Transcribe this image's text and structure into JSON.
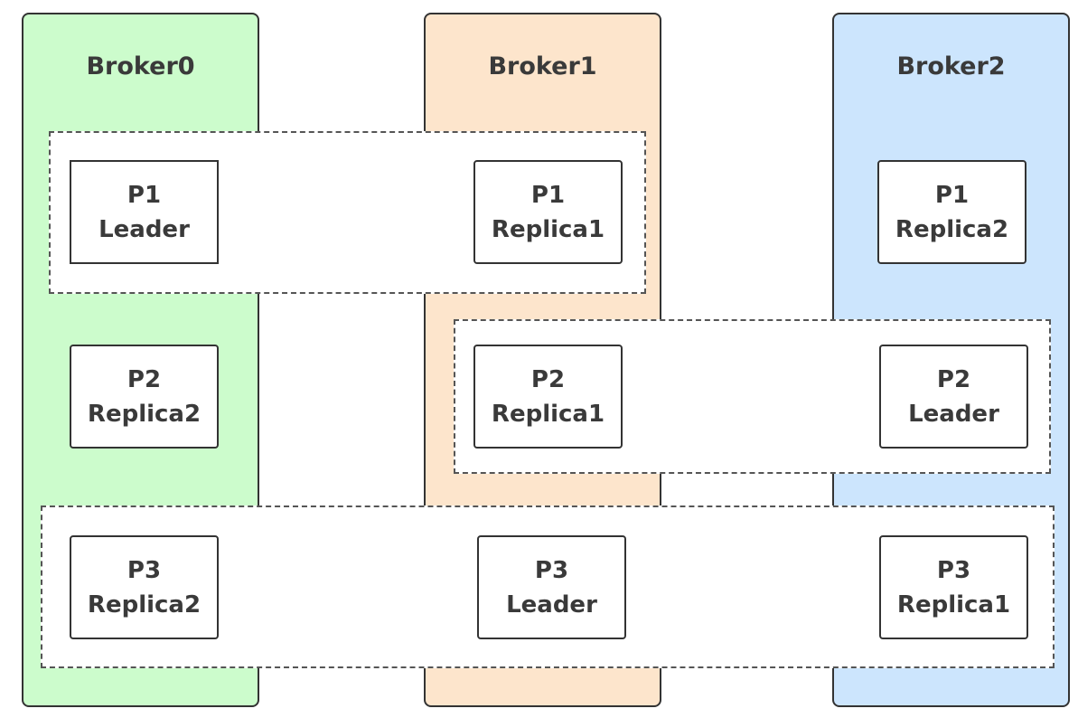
{
  "colors": {
    "broker0_fill": "#ccfccc",
    "broker1_fill": "#fde5cc",
    "broker2_fill": "#cce5fd",
    "border": "#333333",
    "group_border": "#555555"
  },
  "brokers": [
    {
      "name": "Broker0"
    },
    {
      "name": "Broker1"
    },
    {
      "name": "Broker2"
    }
  ],
  "partitions": [
    {
      "broker": "Broker0",
      "partition": "P1",
      "role": "Leader"
    },
    {
      "broker": "Broker1",
      "partition": "P1",
      "role": "Replica1"
    },
    {
      "broker": "Broker2",
      "partition": "P1",
      "role": "Replica2"
    },
    {
      "broker": "Broker0",
      "partition": "P2",
      "role": "Replica2"
    },
    {
      "broker": "Broker1",
      "partition": "P2",
      "role": "Replica1"
    },
    {
      "broker": "Broker2",
      "partition": "P2",
      "role": "Leader"
    },
    {
      "broker": "Broker0",
      "partition": "P3",
      "role": "Replica2"
    },
    {
      "broker": "Broker1",
      "partition": "P3",
      "role": "Leader"
    },
    {
      "broker": "Broker2",
      "partition": "P3",
      "role": "Replica1"
    }
  ]
}
